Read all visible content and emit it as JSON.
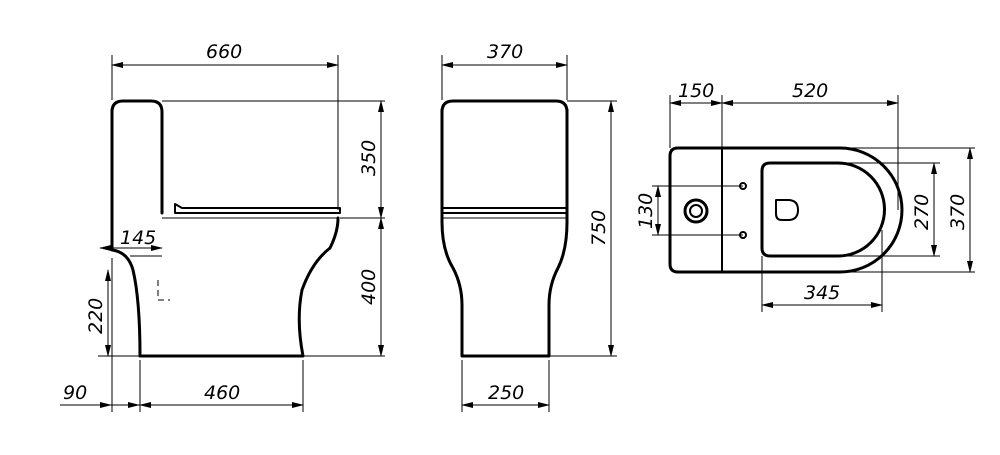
{
  "dimensions": {
    "side_total_width": "660",
    "side_tank_height": "350",
    "side_bowl_height": "400",
    "side_setback": "145",
    "side_outlet_height": "220",
    "side_back_offset": "90",
    "side_base_length": "460",
    "front_width": "370",
    "front_total_height": "750",
    "front_base_width": "250",
    "top_tank_depth": "150",
    "top_bowl_length": "520",
    "top_seat_length": "345",
    "top_hole_spacing": "130",
    "top_seat_width": "270",
    "top_total_width": "370"
  }
}
